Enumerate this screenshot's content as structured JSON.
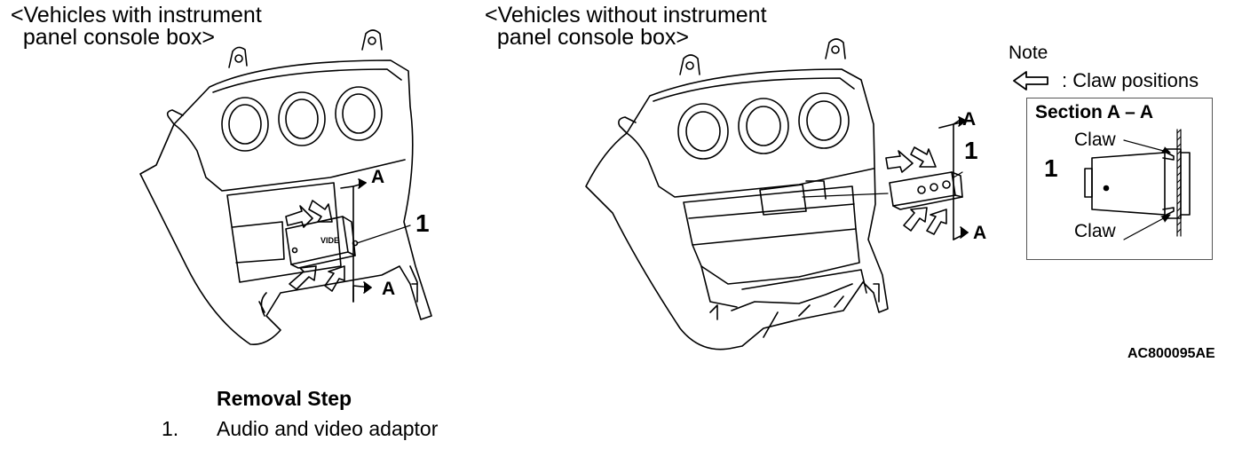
{
  "captions": {
    "left": "<Vehicles with instrument\n  panel console box>",
    "right": "<Vehicles without instrument\n  panel console box>"
  },
  "callouts": {
    "left_part_number": "1",
    "right_part_number": "1",
    "section_part_number": "1",
    "section_mark": "A",
    "device_label": "VIDE"
  },
  "note": {
    "label": "Note",
    "legend_text": ": Claw positions",
    "legend_icon": "hollow-left-arrow-icon"
  },
  "section": {
    "title": "Section A – A",
    "claw_top": "Claw",
    "claw_bottom": "Claw"
  },
  "figure_code": "AC800095AE",
  "removal": {
    "title": "Removal Step",
    "steps": [
      {
        "number": "1.",
        "text": "Audio and video adaptor"
      }
    ]
  },
  "colors": {
    "line": "#000000",
    "background": "#ffffff",
    "box_border": "#555555"
  }
}
